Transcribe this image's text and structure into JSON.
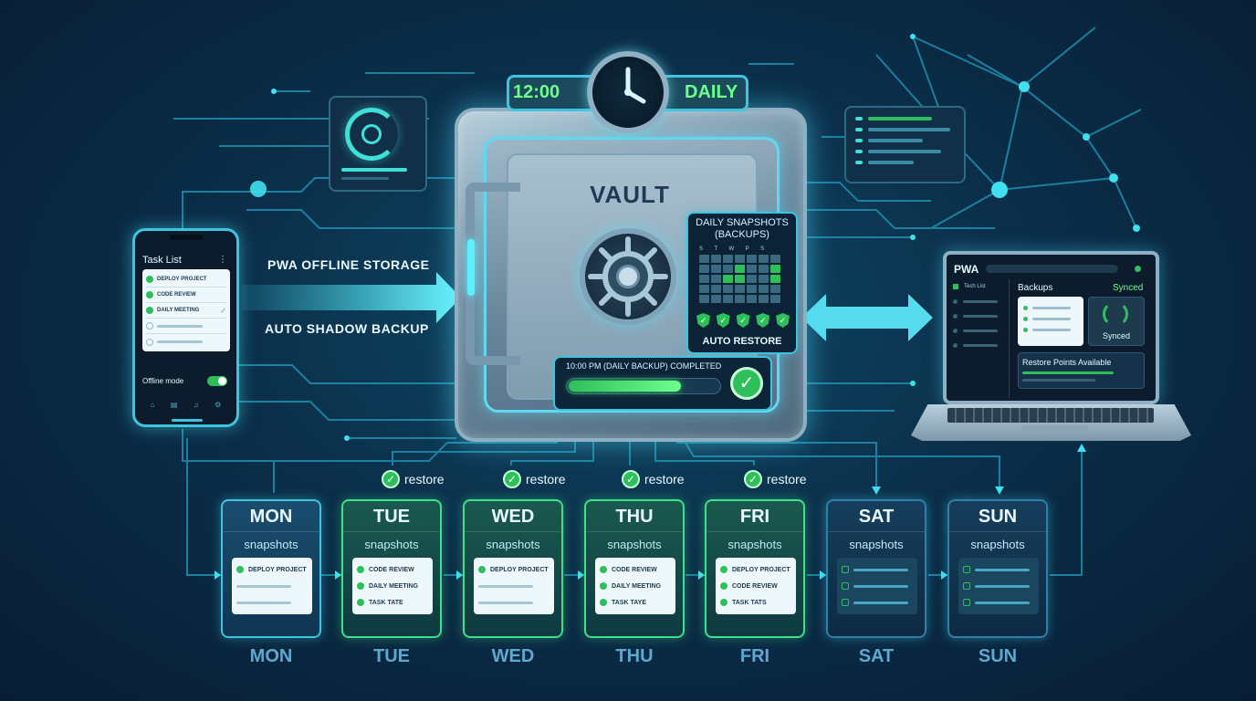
{
  "phone": {
    "status_left": "",
    "status_right": "",
    "title": "Task List",
    "tasks": [
      {
        "label": "DEPLOY PROJECT",
        "done": true
      },
      {
        "label": "CODE REVIEW",
        "done": true
      },
      {
        "label": "DAILY MEETING",
        "done": true
      },
      {
        "label": "",
        "done": false
      },
      {
        "label": "",
        "done": false
      }
    ],
    "offline_label": "Offline mode"
  },
  "arrows": {
    "top_label": "PWA OFFLINE STORAGE",
    "bottom_label": "AUTO SHADOW BACKUP"
  },
  "clock": {
    "time": "12:00",
    "frequency": "DAILY"
  },
  "vault": {
    "title": "VAULT",
    "snapshots_title_line1": "DAILY SNAPSHOTS",
    "snapshots_title_line2": "(BACKUPS)",
    "weekdays": [
      "S",
      "T",
      "W",
      "P",
      "S",
      "",
      ""
    ],
    "auto_restore": "AUTO RESTORE",
    "backup_status": "10:00 PM (DAILY BACKUP) COMPLETED",
    "backup_progress": 0.75
  },
  "laptop": {
    "logo": "PWA",
    "sidebar_item": "Tech List",
    "backups_label": "Backups",
    "synced_top": "Synced",
    "synced_label": "Synced",
    "restore_points": "Restore Points Available"
  },
  "restore_label": "restore",
  "days": [
    {
      "name": "MON",
      "subtitle": "snapshots",
      "tasks": [
        "DEPLOY PROJECT",
        "",
        ""
      ],
      "style": "blue"
    },
    {
      "name": "TUE",
      "subtitle": "snapshots",
      "tasks": [
        "CODE REVIEW",
        "DAILY MEETING",
        "TASK TATE"
      ],
      "style": "green"
    },
    {
      "name": "WED",
      "subtitle": "snapshots",
      "tasks": [
        "DEPLOY PROJECT",
        "",
        ""
      ],
      "style": "green"
    },
    {
      "name": "THU",
      "subtitle": "snapshots",
      "tasks": [
        "CODE REVIEW",
        "DAILY MEETING",
        "TASK TAYE"
      ],
      "style": "green"
    },
    {
      "name": "FRI",
      "subtitle": "snapshots",
      "tasks": [
        "DEPLOY PROJECT",
        "CODE REVIEW",
        "TASK TATS"
      ],
      "style": "green"
    },
    {
      "name": "SAT",
      "subtitle": "snapshots",
      "tasks": [
        "",
        "",
        ""
      ],
      "style": "dark"
    },
    {
      "name": "SUN",
      "subtitle": "snapshots",
      "tasks": [
        "",
        "",
        ""
      ],
      "style": "dark"
    }
  ],
  "colors": {
    "accent": "#3fc4e0",
    "success": "#2fbf5a",
    "background": "#0b2f4a"
  }
}
